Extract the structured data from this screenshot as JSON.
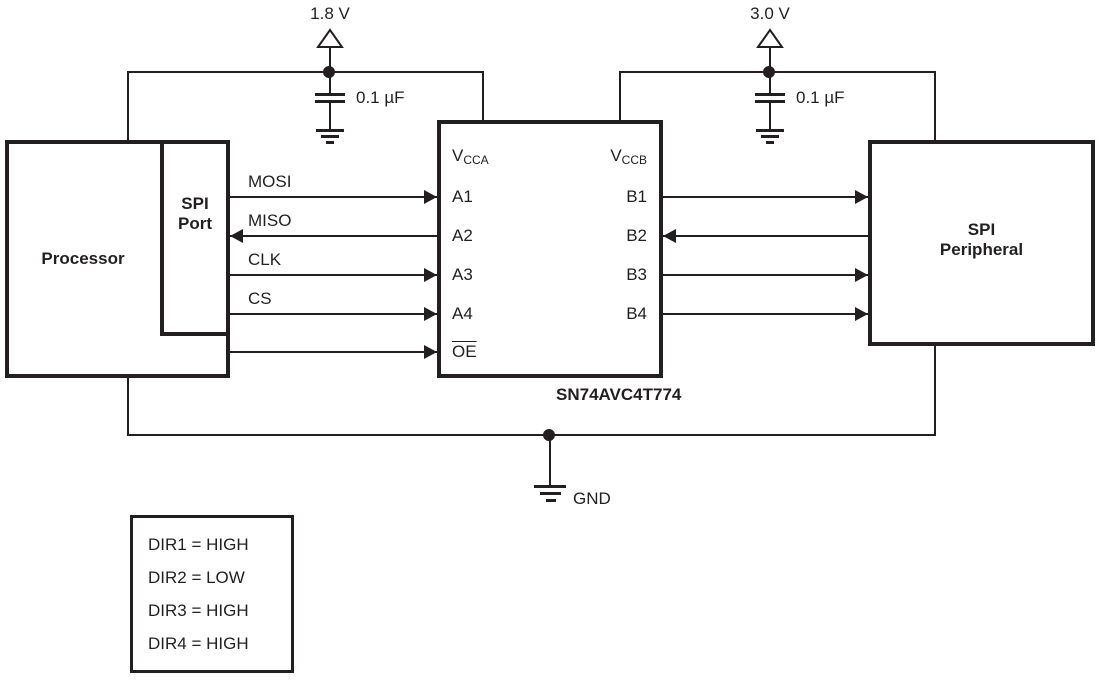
{
  "colors": {
    "ink": "#231f20",
    "background": "#ffffff"
  },
  "supplies": {
    "left": {
      "voltage": "1.8 V",
      "capacitor": "0.1 µF"
    },
    "right": {
      "voltage": "3.0 V",
      "capacitor": "0.1 µF"
    }
  },
  "processor": {
    "label": "Processor"
  },
  "spi_port": {
    "line1": "SPI",
    "line2": "Port"
  },
  "peripheral": {
    "line1": "SPI",
    "line2": "Peripheral"
  },
  "signals": {
    "mosi": "MOSI",
    "miso": "MISO",
    "clk": "CLK",
    "cs": "CS"
  },
  "ic": {
    "part_number": "SN74AVC4T774",
    "vcca": {
      "base": "V",
      "sub": "CCA"
    },
    "vccb": {
      "base": "V",
      "sub": "CCB"
    },
    "a_pins": [
      "A1",
      "A2",
      "A3",
      "A4"
    ],
    "oe_pin": "OE",
    "b_pins": [
      "B1",
      "B2",
      "B3",
      "B4"
    ]
  },
  "ground": {
    "label": "GND"
  },
  "dir_settings": {
    "lines": [
      "DIR1 = HIGH",
      "DIR2 = LOW",
      "DIR3 = HIGH",
      "DIR4 = HIGH"
    ]
  }
}
